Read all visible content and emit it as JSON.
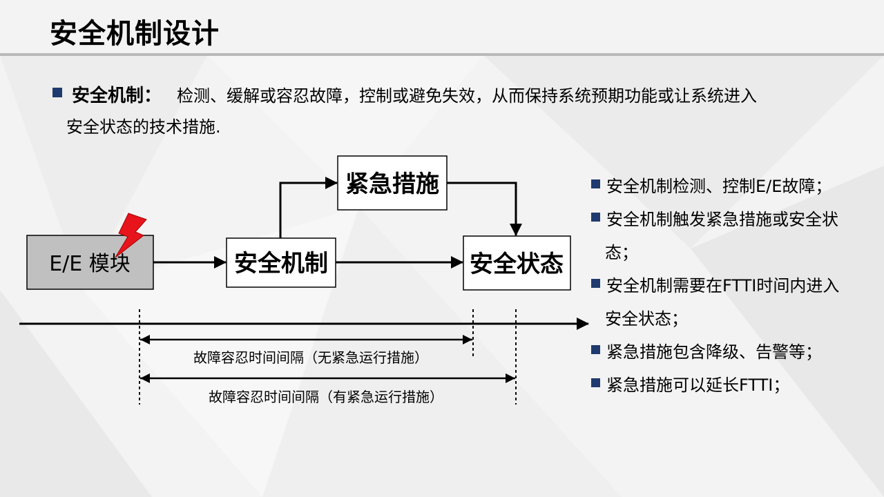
{
  "slide": {
    "title": "安全机制设计",
    "definition": {
      "term": "安全机制：",
      "text_line1": "检测、缓解或容忍故障，控制或避免失效，从而保持系统预期功能或让系统进入",
      "text_line2": "安全状态的技术措施."
    }
  },
  "diagram": {
    "nodes": {
      "ee_module": "E/E 模块",
      "safety_mechanism": "安全机制",
      "emergency_measure": "紧急措施",
      "safe_state": "安全状态"
    },
    "intervals": {
      "without_emergency": "故障容忍时间间隔（无紧急运行措施）",
      "with_emergency": "故障容忍时间间隔（有紧急运行措施）"
    },
    "colors": {
      "module_fill": "#c0c0c0",
      "fault_bolt": "#e8141c",
      "bullet": "#1f3a6e"
    }
  },
  "bullets": [
    {
      "line1": "安全机制检测、控制E/E故障；",
      "line2": ""
    },
    {
      "line1": "安全机制触发紧急措施或安全状",
      "line2": "态；"
    },
    {
      "line1": "安全机制需要在FTTI时间内进入",
      "line2": "安全状态；"
    },
    {
      "line1": "紧急措施包含降级、告警等；",
      "line2": ""
    },
    {
      "line1": "紧急措施可以延长FTTI；",
      "line2": ""
    }
  ]
}
